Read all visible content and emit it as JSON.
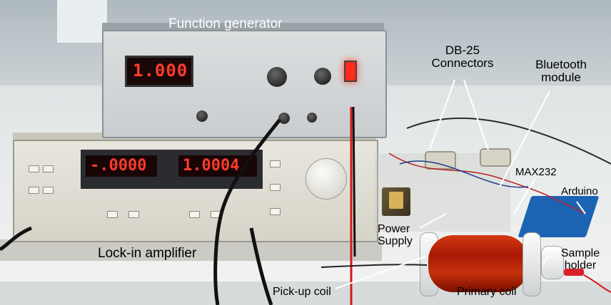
{
  "labels": {
    "function_generator": "Function generator",
    "db25_line1": "DB-25",
    "db25_line2": "Connectors",
    "bluetooth_line1": "Bluetooth",
    "bluetooth_line2": "module",
    "max232": "MAX232",
    "arduino": "Arduino",
    "power_supply_line1": "Power",
    "power_supply_line2": "Supply",
    "lockin_amplifier": "Lock-in amplifier",
    "sample_holder_line1": "Sample",
    "sample_holder_line2": "holder",
    "pickup_coil": "Pick-up coil",
    "primary_coil": "Primary coil"
  },
  "displays": {
    "function_generator": "1.000",
    "lockin_left": "-.0000",
    "lockin_right": "1.0004"
  },
  "colors": {
    "led_red": "#ff3b2b",
    "annotation_line_white": "#ffffff"
  }
}
